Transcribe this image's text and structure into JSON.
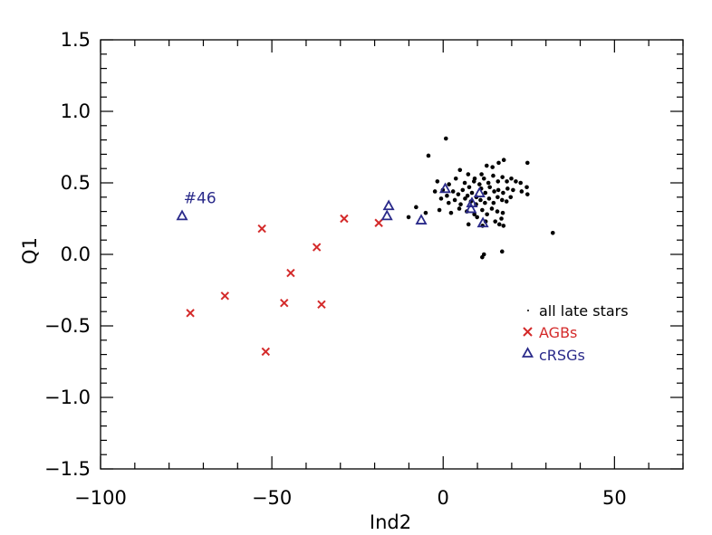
{
  "chart_data": {
    "type": "scatter",
    "xlabel": "Ind2",
    "ylabel": "Q1",
    "xlim": [
      -100,
      70
    ],
    "ylim": [
      -1.5,
      1.5
    ],
    "x_ticks": [
      -100,
      -50,
      0,
      50
    ],
    "x_tick_labels": [
      "−100",
      "−50",
      "0",
      "50"
    ],
    "y_ticks": [
      -1.5,
      -1.0,
      -0.5,
      0.0,
      0.5,
      1.0,
      1.5
    ],
    "y_tick_labels": [
      "−1.5",
      "−1.0",
      "−0.5",
      "0.0",
      "0.5",
      "1.0",
      "1.5"
    ],
    "x_minor_step": 10,
    "y_minor_step": 0.1,
    "grid": false,
    "legend_position": "right",
    "annotations": [
      {
        "text": "#46",
        "x": -76,
        "y": 0.27,
        "color": "#2a2a8a"
      }
    ],
    "series": [
      {
        "name": "all late stars",
        "marker": "dot",
        "color": "#000000",
        "points": [
          [
            -4.3,
            0.69
          ],
          [
            0.8,
            0.81
          ],
          [
            4.9,
            0.59
          ],
          [
            7.3,
            0.56
          ],
          [
            9.2,
            0.53
          ],
          [
            11.2,
            0.56
          ],
          [
            12.7,
            0.62
          ],
          [
            14.4,
            0.61
          ],
          [
            16.2,
            0.64
          ],
          [
            17.7,
            0.66
          ],
          [
            24.6,
            0.64
          ],
          [
            -1.7,
            0.51
          ],
          [
            1.7,
            0.49
          ],
          [
            3.7,
            0.53
          ],
          [
            6.3,
            0.5
          ],
          [
            7.6,
            0.47
          ],
          [
            9.0,
            0.51
          ],
          [
            10.6,
            0.49
          ],
          [
            11.9,
            0.53
          ],
          [
            13.2,
            0.5
          ],
          [
            14.6,
            0.55
          ],
          [
            16.0,
            0.51
          ],
          [
            17.3,
            0.54
          ],
          [
            18.6,
            0.51
          ],
          [
            19.9,
            0.53
          ],
          [
            21.2,
            0.51
          ],
          [
            22.6,
            0.5
          ],
          [
            24.4,
            0.47
          ],
          [
            -2.4,
            0.44
          ],
          [
            -0.1,
            0.45
          ],
          [
            1.1,
            0.41
          ],
          [
            2.9,
            0.44
          ],
          [
            4.4,
            0.42
          ],
          [
            5.7,
            0.45
          ],
          [
            7.1,
            0.41
          ],
          [
            8.4,
            0.43
          ],
          [
            9.7,
            0.4
          ],
          [
            11.1,
            0.46
          ],
          [
            12.3,
            0.43
          ],
          [
            13.6,
            0.47
          ],
          [
            14.9,
            0.44
          ],
          [
            16.1,
            0.45
          ],
          [
            17.5,
            0.43
          ],
          [
            18.8,
            0.46
          ],
          [
            20.4,
            0.45
          ],
          [
            22.9,
            0.44
          ],
          [
            24.6,
            0.42
          ],
          [
            -0.6,
            0.39
          ],
          [
            1.6,
            0.36
          ],
          [
            3.4,
            0.38
          ],
          [
            5.1,
            0.35
          ],
          [
            6.4,
            0.39
          ],
          [
            8.1,
            0.37
          ],
          [
            9.6,
            0.35
          ],
          [
            10.9,
            0.38
          ],
          [
            12.2,
            0.36
          ],
          [
            13.4,
            0.39
          ],
          [
            14.7,
            0.36
          ],
          [
            15.9,
            0.4
          ],
          [
            17.2,
            0.38
          ],
          [
            18.5,
            0.37
          ],
          [
            19.7,
            0.4
          ],
          [
            -7.9,
            0.33
          ],
          [
            -5.1,
            0.29
          ],
          [
            -1.1,
            0.31
          ],
          [
            2.3,
            0.29
          ],
          [
            4.7,
            0.32
          ],
          [
            6.9,
            0.3
          ],
          [
            9.1,
            0.28
          ],
          [
            11.4,
            0.31
          ],
          [
            12.8,
            0.28
          ],
          [
            14.2,
            0.32
          ],
          [
            15.8,
            0.3
          ],
          [
            17.4,
            0.29
          ],
          [
            -10.1,
            0.26
          ],
          [
            9.9,
            0.26
          ],
          [
            12.4,
            0.23
          ],
          [
            15.2,
            0.23
          ],
          [
            17.0,
            0.25
          ],
          [
            17.6,
            0.2
          ],
          [
            16.4,
            0.21
          ],
          [
            11.5,
            0.2
          ],
          [
            7.4,
            0.21
          ],
          [
            32.0,
            0.15
          ],
          [
            11.9,
            0.0
          ],
          [
            11.4,
            -0.02
          ],
          [
            17.2,
            0.02
          ]
        ]
      },
      {
        "name": "AGBs",
        "marker": "cross",
        "color": "#d42a2a",
        "points": [
          [
            -73.8,
            -0.41
          ],
          [
            -63.7,
            -0.29
          ],
          [
            -52.9,
            0.18
          ],
          [
            -51.8,
            -0.68
          ],
          [
            -46.4,
            -0.34
          ],
          [
            -44.5,
            -0.13
          ],
          [
            -36.9,
            0.05
          ],
          [
            -35.5,
            -0.35
          ],
          [
            -28.9,
            0.25
          ],
          [
            -18.8,
            0.22
          ]
        ]
      },
      {
        "name": "cRSGs",
        "marker": "triangle",
        "color": "#2a2a8a",
        "points": [
          [
            -76.2,
            0.27
          ],
          [
            -16.4,
            0.27
          ],
          [
            -15.9,
            0.34
          ],
          [
            -6.4,
            0.24
          ],
          [
            0.6,
            0.46
          ],
          [
            8.1,
            0.32
          ],
          [
            8.4,
            0.36
          ],
          [
            10.6,
            0.43
          ],
          [
            11.6,
            0.22
          ]
        ]
      }
    ]
  }
}
